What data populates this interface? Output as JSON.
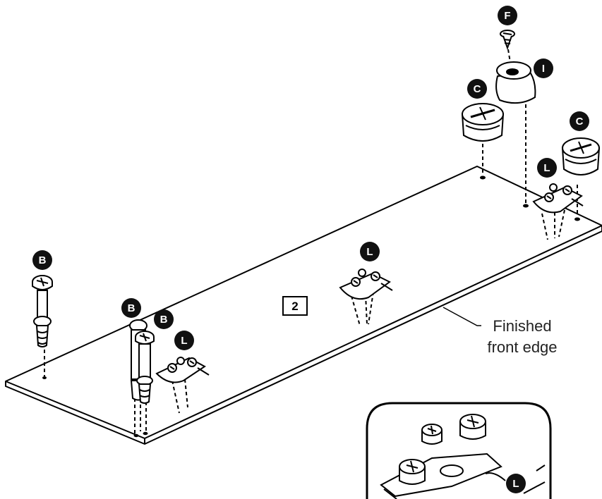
{
  "step_number": "2",
  "callout": {
    "line1": "Finished",
    "line2": "front edge"
  },
  "parts": {
    "B": "B",
    "C": "C",
    "F": "F",
    "I": "I",
    "L": "L"
  },
  "colors": {
    "line": "#000000",
    "badge_fill": "#111111",
    "badge_text": "#ffffff",
    "background": "#ffffff"
  }
}
